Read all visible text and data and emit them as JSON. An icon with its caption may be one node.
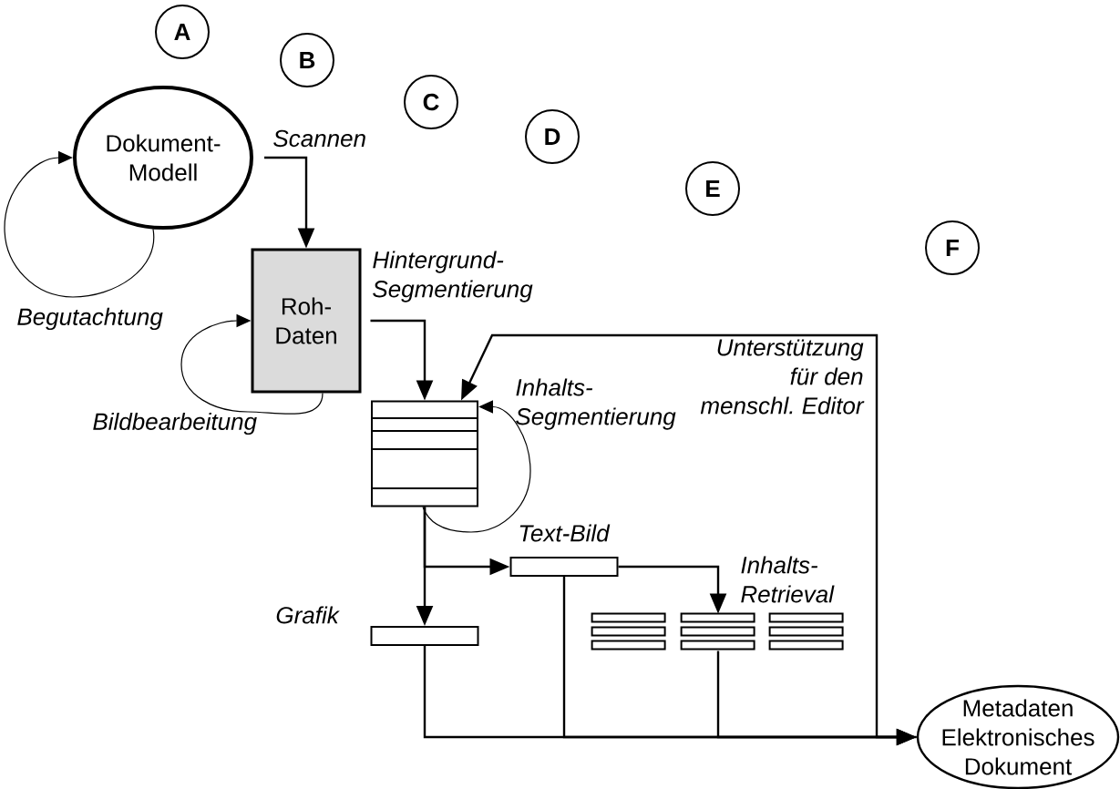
{
  "diagram": {
    "nodes": [
      {
        "text": [
          "A"
        ]
      },
      {
        "text": [
          "B"
        ]
      },
      {
        "text": [
          "C"
        ]
      },
      {
        "text": [
          "D"
        ]
      },
      {
        "text": [
          "E"
        ]
      },
      {
        "text": [
          "F"
        ]
      },
      {
        "text": [
          "Dokument- Modell"
        ]
      },
      {
        "text": [
          "Roh- Daten"
        ]
      },
      {
        "text": [],
        "shape": "box"
      },
      {
        "text": [],
        "shape": "bar",
        "beside": [
          "Text-Bild"
        ]
      },
      {
        "text": [],
        "shape": "bar",
        "beside": [
          "Grafik"
        ]
      },
      {
        "text": [],
        "shape": "bar"
      },
      {
        "text": [],
        "shape": "bar"
      },
      {
        "text": [],
        "shape": "bar"
      },
      {
        "text": [
          "Metadaten Elektronisches Dokument"
        ]
      }
    ],
    "edges": [
      {
        "from": 6,
        "to": 6,
        "arrow": "to",
        "label": "Begutachtung"
      },
      {
        "from": 6,
        "to": 7,
        "arrow": "to",
        "label": "Scannen"
      },
      {
        "from": 7,
        "to": 7,
        "arrow": "to",
        "label": "Bildbearbeitung"
      },
      {
        "from": 7,
        "to": 8,
        "arrow": "to",
        "label": "Hintergrund- Segmentierung"
      },
      {
        "from": 14,
        "to": 8,
        "arrow": "to",
        "label": "Unterstützung für den menschl. Editor"
      },
      {
        "from": 8,
        "to": 8,
        "arrow": "to",
        "label": "Inhalts- Segmentierung"
      },
      {
        "from": 8,
        "to": 9,
        "arrow": "to"
      },
      {
        "from": 8,
        "to": 10,
        "arrow": "to"
      },
      {
        "from": 9,
        "to": 12,
        "arrow": "to",
        "label": "Inhalts- Retrieval"
      },
      {
        "from": 10,
        "to": 14,
        "arrow": "to"
      },
      {
        "from": 9,
        "to": 14,
        "arrow": "to"
      },
      {
        "from": 12,
        "to": 14,
        "arrow": "to"
      }
    ]
  }
}
